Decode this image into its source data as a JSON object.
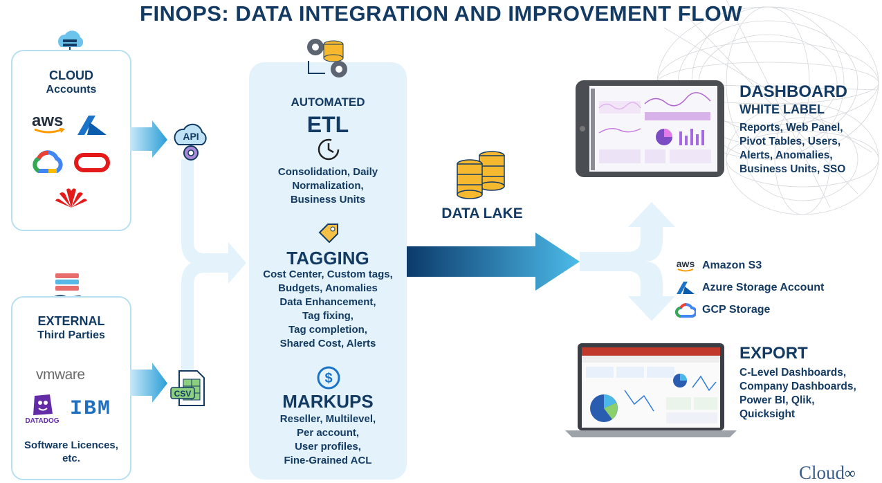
{
  "title": "FINOPS: DATA INTEGRATION AND IMPROVEMENT FLOW",
  "cloud": {
    "heading": "CLOUD",
    "subheading": "Accounts",
    "providers": [
      "aws",
      "azure-icon",
      "gcp-icon",
      "oracle-icon",
      "huawei-icon"
    ],
    "aws_text": "aws"
  },
  "external": {
    "heading": "EXTERNAL",
    "subheading": "Third Parties",
    "vendors": {
      "vmware": "vmware",
      "datadog": "DATADOG",
      "ibm": "IBM"
    },
    "footer_line1": "Software Licences,",
    "footer_line2": "etc."
  },
  "connectors": {
    "api": "API",
    "csv": "CSV"
  },
  "etl": {
    "label_top": "AUTOMATED",
    "label_main": "ETL",
    "lines": [
      "Consolidation, Daily",
      "Normalization,",
      "Business Units"
    ]
  },
  "tagging": {
    "heading": "TAGGING",
    "lines": [
      "Cost Center, Custom tags,",
      "Budgets, Anomalies",
      "Data Enhancement,",
      "Tag fixing,",
      "Tag completion,",
      "Shared Cost, Alerts"
    ]
  },
  "markups": {
    "heading": "MARKUPS",
    "lines": [
      "Reseller, Multilevel,",
      "Per account,",
      "User profiles,",
      "Fine-Grained ACL"
    ]
  },
  "data_lake": {
    "label": "DATA LAKE"
  },
  "dashboard": {
    "heading": "DASHBOARD",
    "subheading": "WHITE LABEL",
    "lines": [
      "Reports, Web Panel,",
      "Pivot Tables, Users,",
      "Alerts, Anomalies,",
      "Business Units, SSO"
    ]
  },
  "storage": {
    "items": [
      {
        "icon": "aws-icon",
        "icon_text": "aws",
        "label": "Amazon S3"
      },
      {
        "icon": "azure-icon",
        "icon_text": "",
        "label": "Azure Storage Account"
      },
      {
        "icon": "gcp-icon",
        "icon_text": "",
        "label": "GCP Storage"
      }
    ]
  },
  "export": {
    "heading": "EXPORT",
    "lines": [
      "C-Level Dashboards,",
      "Company Dashboards,",
      "Power BI, Qlik,",
      "Quicksight"
    ]
  },
  "brand": {
    "text": "Cloud",
    "mark": "∞"
  },
  "colors": {
    "navy": "#123a63",
    "light_blue": "#b7dff2",
    "panel": "#e4f3fb",
    "arrow_dark": "#0b3a6b",
    "arrow_light": "#3fb4e6"
  }
}
